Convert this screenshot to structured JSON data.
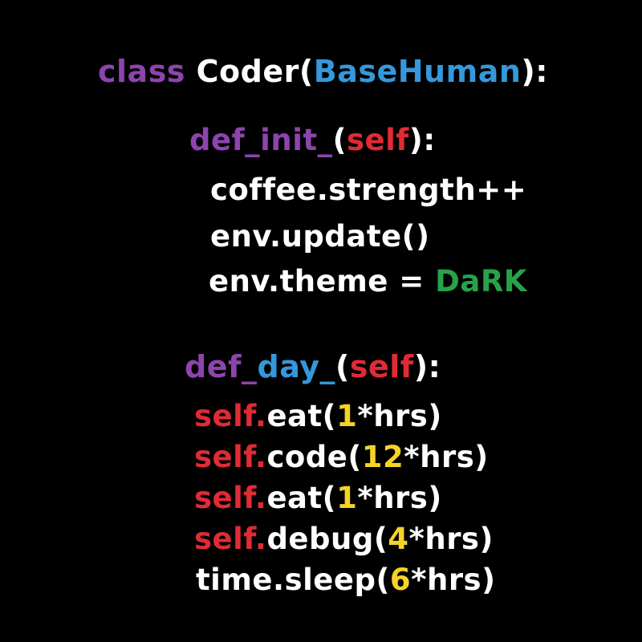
{
  "colors": {
    "background": "#000000",
    "keyword": "#8e44ad",
    "class_name": "#3498db",
    "self": "#e02b35",
    "number": "#f5d327",
    "dark_value": "#27a24a",
    "plain": "#ffffff"
  },
  "class_line": {
    "keyword": "class",
    "name": "Coder(",
    "base": "BaseHuman",
    "end": "):"
  },
  "init_def": {
    "name": "def_init_",
    "open": "(",
    "self": "self",
    "close": "):"
  },
  "init_body": {
    "line1": "coffee.strength++",
    "line2": "env.update()",
    "line3_prefix": "env.theme = ",
    "line3_value": "DaRK"
  },
  "day_def": {
    "def": "def_",
    "name": "day_",
    "open": "(",
    "self": "self",
    "close": "):"
  },
  "day_body": [
    {
      "obj": "self.",
      "method": "eat(",
      "num": "1",
      "rest": "*hrs)"
    },
    {
      "obj": "self.",
      "method": "code(",
      "num": "12",
      "rest": "*hrs)"
    },
    {
      "obj": "self.",
      "method": "eat(",
      "num": "1",
      "rest": "*hrs)"
    },
    {
      "obj": "self.",
      "method": "debug(",
      "num": "4",
      "rest": "*hrs)"
    },
    {
      "obj": "time.",
      "method": "sleep(",
      "num": "6",
      "rest": "*hrs)"
    }
  ]
}
